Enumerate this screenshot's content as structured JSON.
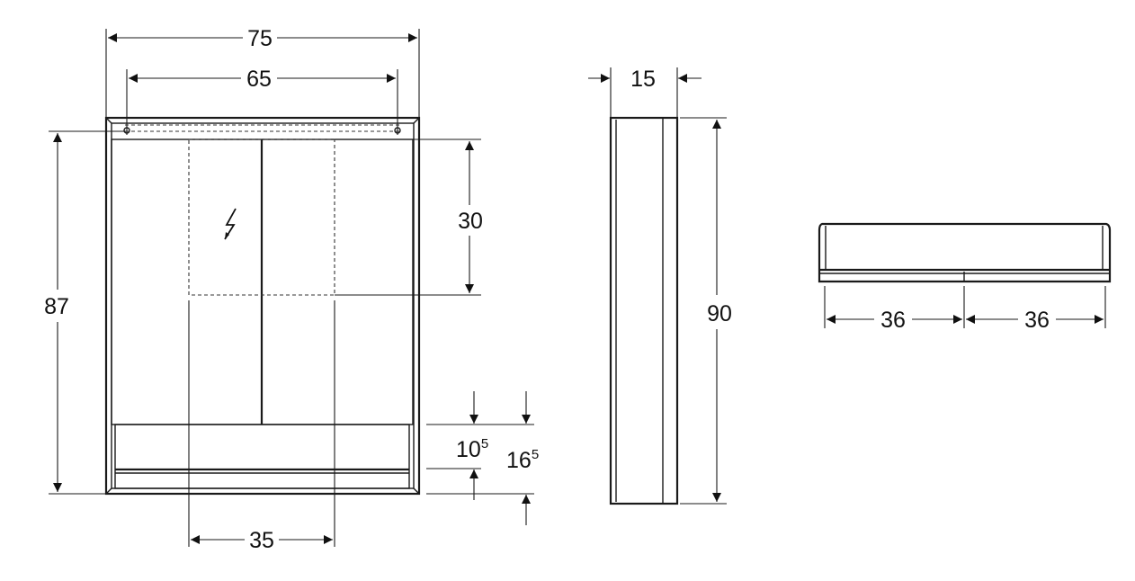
{
  "front_view": {
    "width_outer": "75",
    "width_mount": "65",
    "height": "87",
    "socket_height": "30",
    "shelf_height_a": {
      "base": "10",
      "exp": "5"
    },
    "shelf_height_b": {
      "base": "16",
      "exp": "5"
    },
    "socket_width": "35",
    "icon": "lightning-bolt-icon"
  },
  "side_view": {
    "depth": "15",
    "height": "90"
  },
  "top_view": {
    "half_left": "36",
    "half_right": "36"
  }
}
